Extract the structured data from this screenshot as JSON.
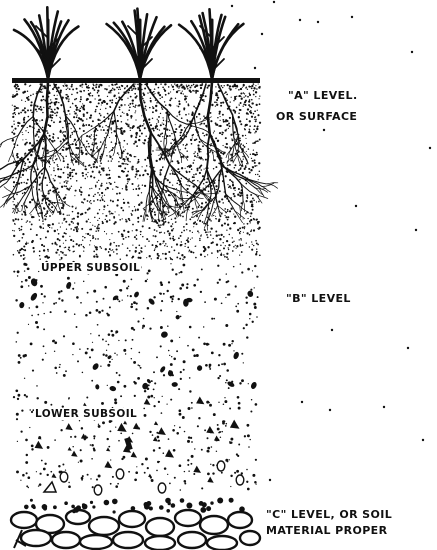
{
  "labels": {
    "a_level_line1": "\"A\" LEVEL.",
    "a_level_line2": "OR SURFACE",
    "upper_subsoil": "UPPER SUBSOIL",
    "b_level": "\"B\" LEVEL",
    "lower_subsoil": "LOWER SUBSOIL",
    "c_level_line1": "\"C\" LEVEL, OR SOIL",
    "c_level_line2": "MATERIAL PROPER"
  },
  "colors": {
    "ink": "#111111",
    "paper": "#ffffff"
  }
}
